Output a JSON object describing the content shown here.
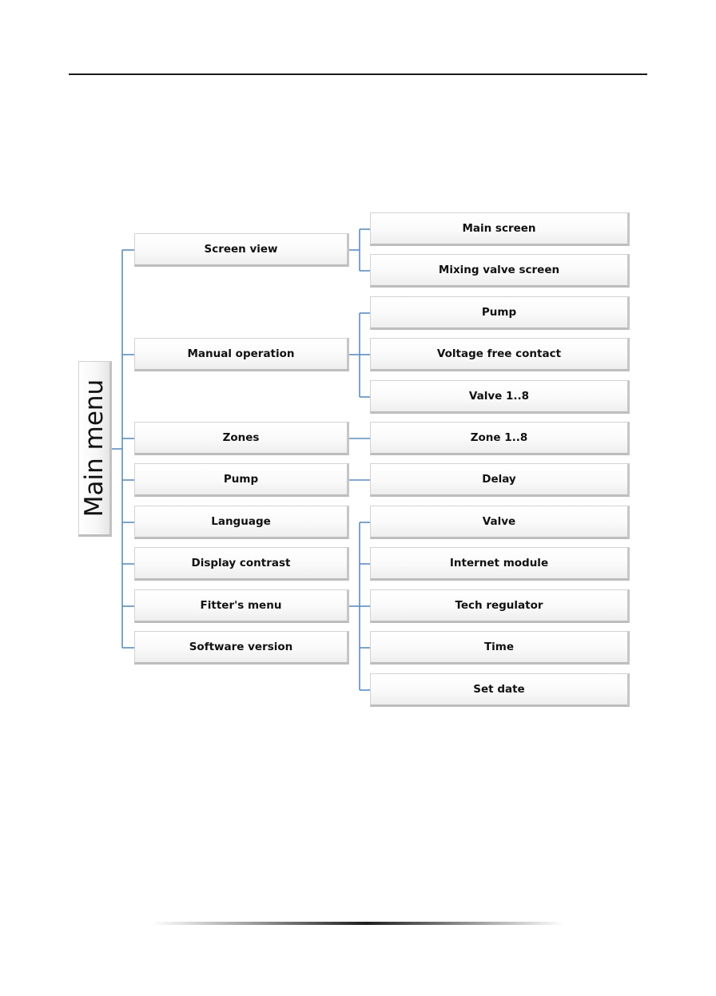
{
  "diagram": {
    "root": {
      "id": "main",
      "label": "Main menu"
    },
    "level1": [
      {
        "id": "screen-view",
        "label": "Screen view",
        "children": [
          "main-screen",
          "mixing-valve-screen"
        ]
      },
      {
        "id": "manual-operation",
        "label": "Manual operation",
        "children": [
          "pump-sub",
          "voltage-free-contact",
          "valve-1-8"
        ]
      },
      {
        "id": "zones",
        "label": "Zones",
        "children": [
          "zone-1-8"
        ]
      },
      {
        "id": "pump",
        "label": "Pump",
        "children": [
          "delay"
        ]
      },
      {
        "id": "language",
        "label": "Language",
        "children": []
      },
      {
        "id": "display-contrast",
        "label": "Display contrast",
        "children": []
      },
      {
        "id": "fitters-menu",
        "label": "Fitter's menu",
        "children": [
          "valve",
          "internet-module",
          "tech-regulator",
          "time",
          "set-date"
        ]
      },
      {
        "id": "software-version",
        "label": "Software version",
        "children": []
      }
    ],
    "level2": [
      {
        "id": "main-screen",
        "label": "Main screen"
      },
      {
        "id": "mixing-valve-screen",
        "label": "Mixing valve screen"
      },
      {
        "id": "pump-sub",
        "label": "Pump"
      },
      {
        "id": "voltage-free-contact",
        "label": "Voltage free contact"
      },
      {
        "id": "valve-1-8",
        "label": "Valve 1..8"
      },
      {
        "id": "zone-1-8",
        "label": "Zone 1..8"
      },
      {
        "id": "delay",
        "label": "Delay"
      },
      {
        "id": "valve",
        "label": "Valve"
      },
      {
        "id": "internet-module",
        "label": "Internet module"
      },
      {
        "id": "tech-regulator",
        "label": "Tech regulator"
      },
      {
        "id": "time",
        "label": "Time"
      },
      {
        "id": "set-date",
        "label": "Set date"
      }
    ],
    "connector_color": "#5b8ec2"
  }
}
